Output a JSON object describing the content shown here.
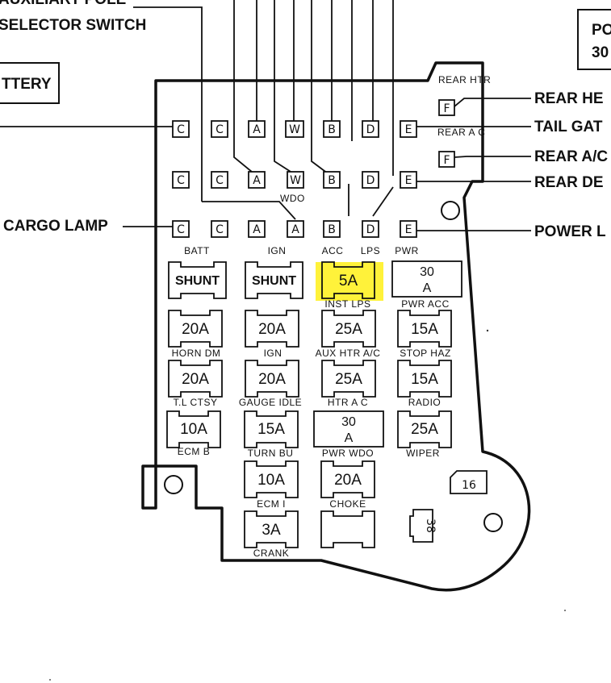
{
  "callouts": {
    "aux_pole": "AUXILIARY POLE",
    "selector_switch": "SELECTOR SWITCH",
    "battery": "TTERY",
    "cargo_lamp": "CARGO LAMP",
    "rear_heater": "REAR HE",
    "tail_gate": "TAIL GAT",
    "rear_ac": "REAR A/C",
    "rear_defog": "REAR DE",
    "power_lock": "POWER L",
    "top_right_1": "PO",
    "top_right_2": "30"
  },
  "connectors": {
    "row1": [
      "C",
      "C",
      "A",
      "W",
      "B",
      "D",
      "E"
    ],
    "row2": [
      "C",
      "C",
      "A",
      "W",
      "B",
      "D",
      "E"
    ],
    "row3": [
      "C",
      "C",
      "A",
      "A",
      "B",
      "D",
      "E"
    ],
    "wdo": "WDO",
    "rear_htr_label": "REAR HTR",
    "rear_htr_code": "F",
    "rear_ac_label": "REAR A C",
    "rear_ac_code": "F"
  },
  "circuit_labels": {
    "batt": "BATT",
    "ign": "IGN",
    "acc": "ACC",
    "lps": "LPS",
    "pwr": "PWR"
  },
  "fuses": {
    "r1": [
      "SHUNT",
      "SHUNT",
      "5A",
      "30 A"
    ],
    "r1_labels": [
      "INST LPS",
      "PWR ACC"
    ],
    "r2": [
      "20A",
      "20A",
      "25A",
      "15A"
    ],
    "r2_labels": [
      "HORN DM",
      "IGN",
      "AUX HTR A/C",
      "STOP HAZ"
    ],
    "r3": [
      "20A",
      "20A",
      "25A",
      "15A"
    ],
    "r3_labels": [
      "T.L CTSY",
      "GAUGE IDLE",
      "HTR A C",
      "RADIO"
    ],
    "r4": [
      "10A",
      "15A",
      "30 A",
      "25A"
    ],
    "r4_labels": [
      "ECM B",
      "TURN BU",
      "PWR WDO",
      "WIPER"
    ],
    "r5": [
      "10A",
      "20A"
    ],
    "r5_labels": [
      "ECM I",
      "CHOKE"
    ],
    "r6": [
      "3A"
    ],
    "r6_labels": [
      "CRANK"
    ]
  },
  "side_numbers": [
    "16",
    "38"
  ],
  "highlight_color": "#fff23a"
}
